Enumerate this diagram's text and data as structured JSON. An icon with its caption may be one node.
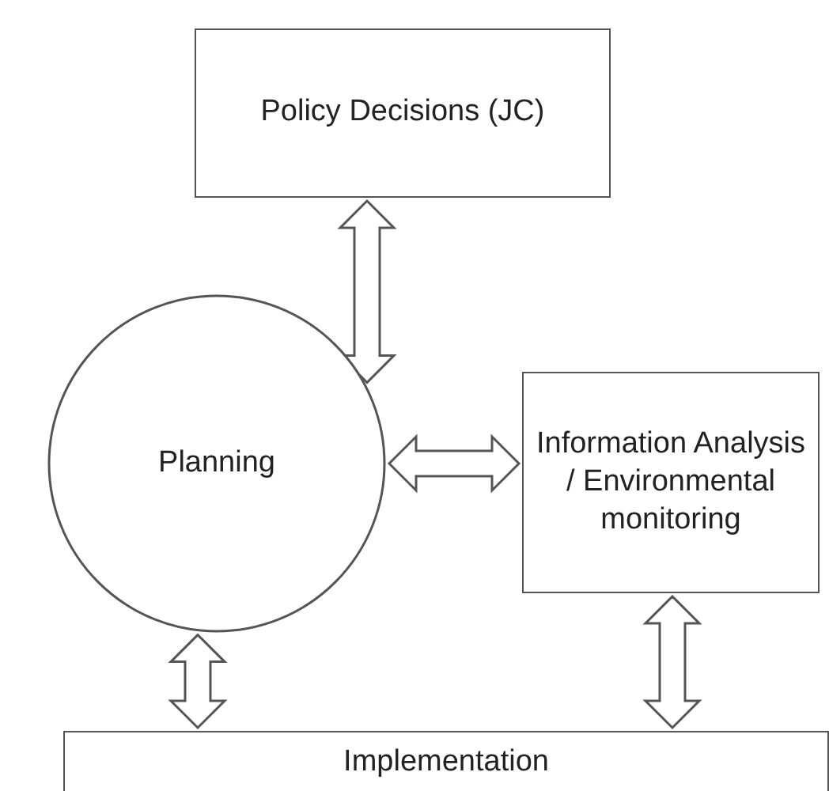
{
  "diagram": {
    "nodes": [
      {
        "text": [
          "Policy Decisions (JC)"
        ]
      },
      {
        "text": [
          "Planning"
        ]
      },
      {
        "text": [
          "Information Analysis / Environmental monitoring"
        ]
      },
      {
        "text": [
          "Implementation"
        ]
      }
    ],
    "edges": [
      {
        "from": 0,
        "to": 1,
        "arrow": "both"
      },
      {
        "from": 1,
        "to": 2,
        "arrow": "both"
      },
      {
        "from": 1,
        "to": 3,
        "arrow": "both"
      },
      {
        "from": 2,
        "to": 3,
        "arrow": "both"
      }
    ]
  }
}
